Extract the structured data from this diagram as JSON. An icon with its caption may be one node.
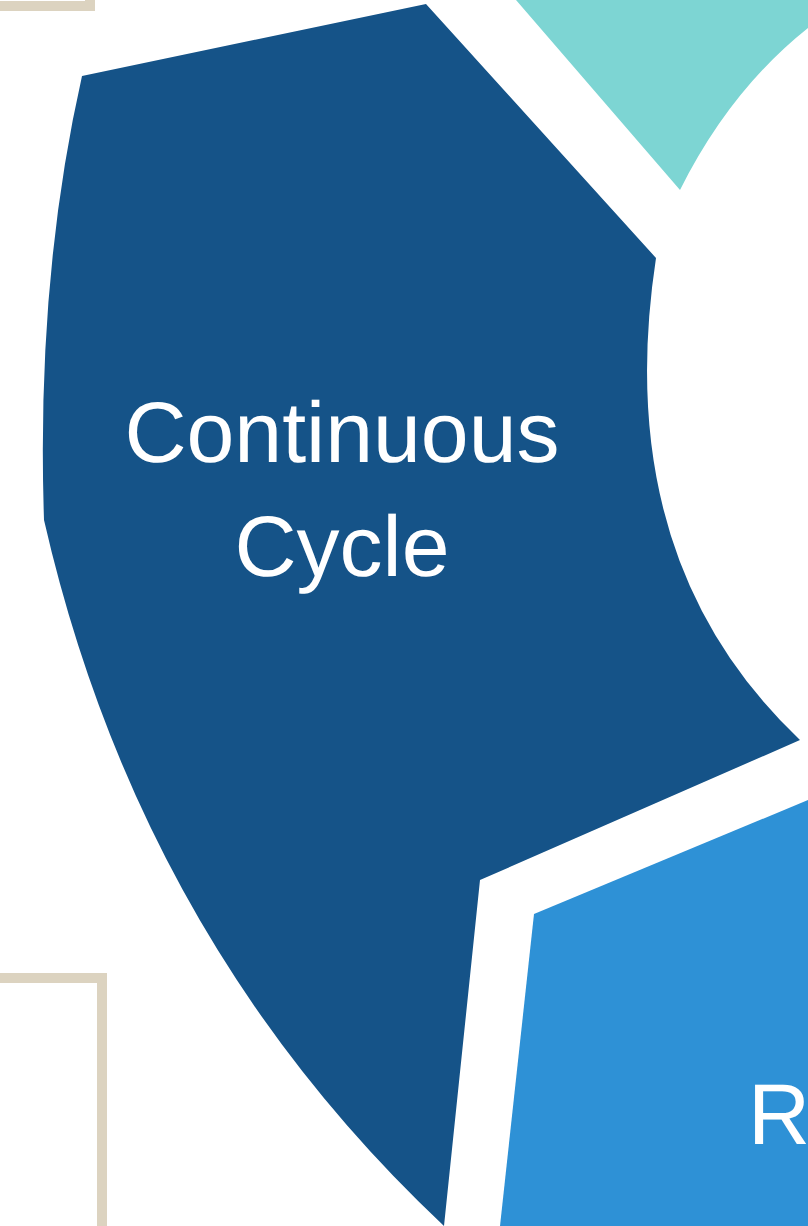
{
  "diagram": {
    "nodes": [
      {
        "text": [
          "Continuous Cycle"
        ]
      },
      {
        "text": [],
        "shape": "box"
      },
      {
        "text": [
          "R"
        ]
      }
    ]
  }
}
